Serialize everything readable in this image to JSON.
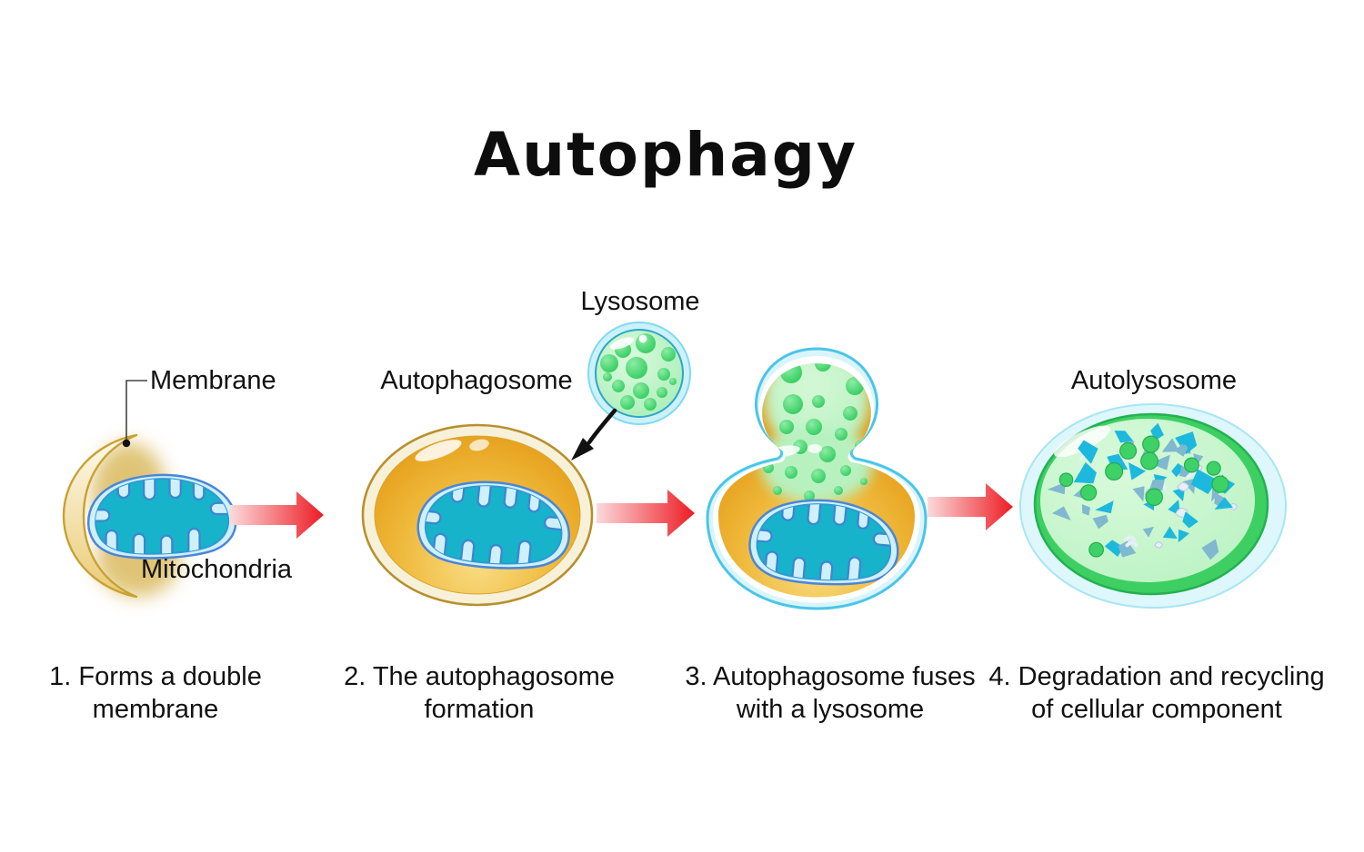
{
  "title": "Autophagy",
  "labels": {
    "membrane": "Membrane",
    "mitochondria": "Mitochondria",
    "autophagosome": "Autophagosome",
    "lysosome": "Lysosome",
    "autolysosome": "Autolysosome"
  },
  "captions": [
    {
      "line1": "1. Forms a double",
      "line2": "membrane"
    },
    {
      "line1": "2. The autophagosome",
      "line2": "formation"
    },
    {
      "line1": "3. Autophagosome fuses",
      "line2": "with a lysosome"
    },
    {
      "line1": "4. Degradation and recycling",
      "line2": "of cellular component"
    }
  ],
  "colors": {
    "arrow_red": "#ec1c24",
    "arrow_red_light": "#fbdadb",
    "membrane_gold_stroke": "#c9a132",
    "membrane_cream": "#fdfaee",
    "membrane_gold_glow": "#d8b654",
    "mitochondria_teal": "#17b3cb",
    "mitochondria_light_blue": "#cfeffb",
    "mitochondria_border_blue": "#4a86d8",
    "autophagosome_orange": "#eca41f",
    "autophagosome_rim_cream": "#f8f1d9",
    "autophagosome_rim_stroke": "#b8902c",
    "vesicle_cyan_stroke": "#49c6e8",
    "vesicle_light_cyan": "#d9f4fb",
    "lysosome_green_rim": "#3ecf63",
    "lysosome_light_green": "#bef3c6",
    "enzyme_green": "#2ecb5c",
    "fragment_teal": "#1cb8de",
    "fragment_steel": "#7fb8cf",
    "fragment_lavender": "#e8eefc",
    "debris_green": "#3ed167",
    "text_black": "#111111"
  }
}
